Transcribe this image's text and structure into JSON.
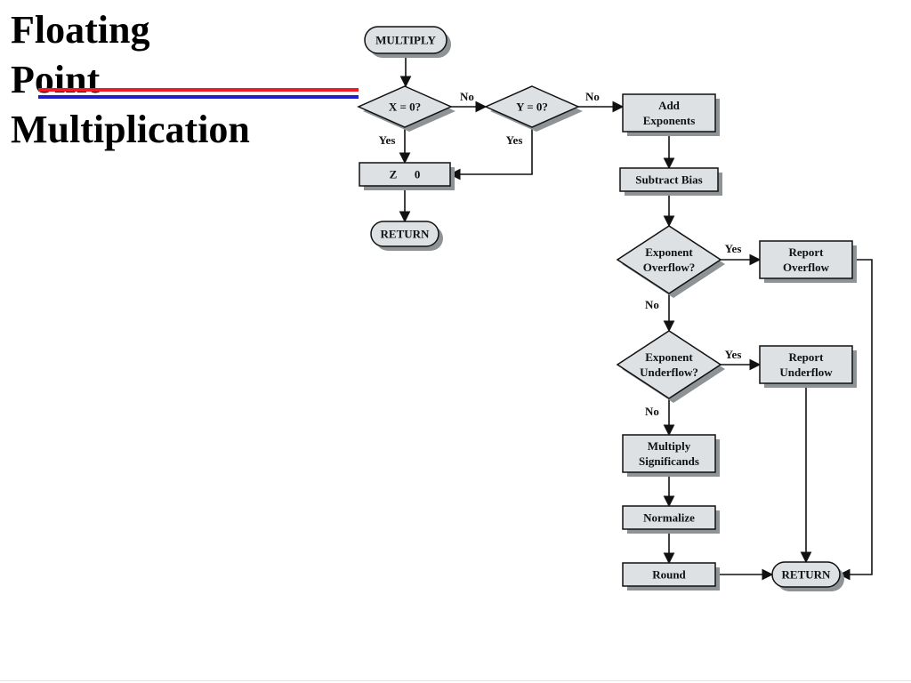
{
  "slide": {
    "title_lines": [
      "Floating",
      "Point",
      "Multiplication"
    ]
  },
  "colors": {
    "rule_red": "#ee1c24",
    "rule_blue": "#1f1fd1",
    "node_fill": "#dde1e4",
    "node_shadow": "#8e9396"
  },
  "flowchart": {
    "nodes": {
      "multiply": {
        "type": "terminal",
        "lines": [
          "MULTIPLY"
        ]
      },
      "x_zero": {
        "type": "decision",
        "lines": [
          "X = 0?"
        ]
      },
      "y_zero": {
        "type": "decision",
        "lines": [
          "Y = 0?"
        ]
      },
      "z_zero": {
        "type": "process",
        "lines": [
          "Z      0"
        ]
      },
      "return_left": {
        "type": "terminal",
        "lines": [
          "RETURN"
        ]
      },
      "add_exponents": {
        "type": "process",
        "lines": [
          "Add",
          "Exponents"
        ]
      },
      "subtract_bias": {
        "type": "process",
        "lines": [
          "Subtract Bias"
        ]
      },
      "exp_overflow": {
        "type": "decision",
        "lines": [
          "Exponent",
          "Overflow?"
        ]
      },
      "report_overflow": {
        "type": "process",
        "lines": [
          "Report",
          "Overflow"
        ]
      },
      "exp_underflow": {
        "type": "decision",
        "lines": [
          "Exponent",
          "Underflow?"
        ]
      },
      "report_underflow": {
        "type": "process",
        "lines": [
          "Report",
          "Underflow"
        ]
      },
      "multiply_significands": {
        "type": "process",
        "lines": [
          "Multiply",
          "Significands"
        ]
      },
      "normalize": {
        "type": "process",
        "lines": [
          "Normalize"
        ]
      },
      "round": {
        "type": "process",
        "lines": [
          "Round"
        ]
      },
      "return_right": {
        "type": "terminal",
        "lines": [
          "RETURN"
        ]
      }
    },
    "edges": [
      {
        "from": "multiply",
        "to": "x_zero",
        "label": ""
      },
      {
        "from": "x_zero",
        "to": "y_zero",
        "label": "No"
      },
      {
        "from": "y_zero",
        "to": "add_exponents",
        "label": "No"
      },
      {
        "from": "x_zero",
        "to": "z_zero",
        "label": "Yes"
      },
      {
        "from": "y_zero",
        "to": "z_zero",
        "label": "Yes"
      },
      {
        "from": "z_zero",
        "to": "return_left",
        "label": ""
      },
      {
        "from": "add_exponents",
        "to": "subtract_bias",
        "label": ""
      },
      {
        "from": "subtract_bias",
        "to": "exp_overflow",
        "label": ""
      },
      {
        "from": "exp_overflow",
        "to": "report_overflow",
        "label": "Yes"
      },
      {
        "from": "exp_overflow",
        "to": "exp_underflow",
        "label": "No"
      },
      {
        "from": "exp_underflow",
        "to": "report_underflow",
        "label": "Yes"
      },
      {
        "from": "exp_underflow",
        "to": "multiply_significands",
        "label": "No"
      },
      {
        "from": "multiply_significands",
        "to": "normalize",
        "label": ""
      },
      {
        "from": "normalize",
        "to": "round",
        "label": ""
      },
      {
        "from": "round",
        "to": "return_right",
        "label": ""
      },
      {
        "from": "report_underflow",
        "to": "return_right",
        "label": ""
      },
      {
        "from": "report_overflow",
        "to": "return_right",
        "label": ""
      }
    ]
  }
}
